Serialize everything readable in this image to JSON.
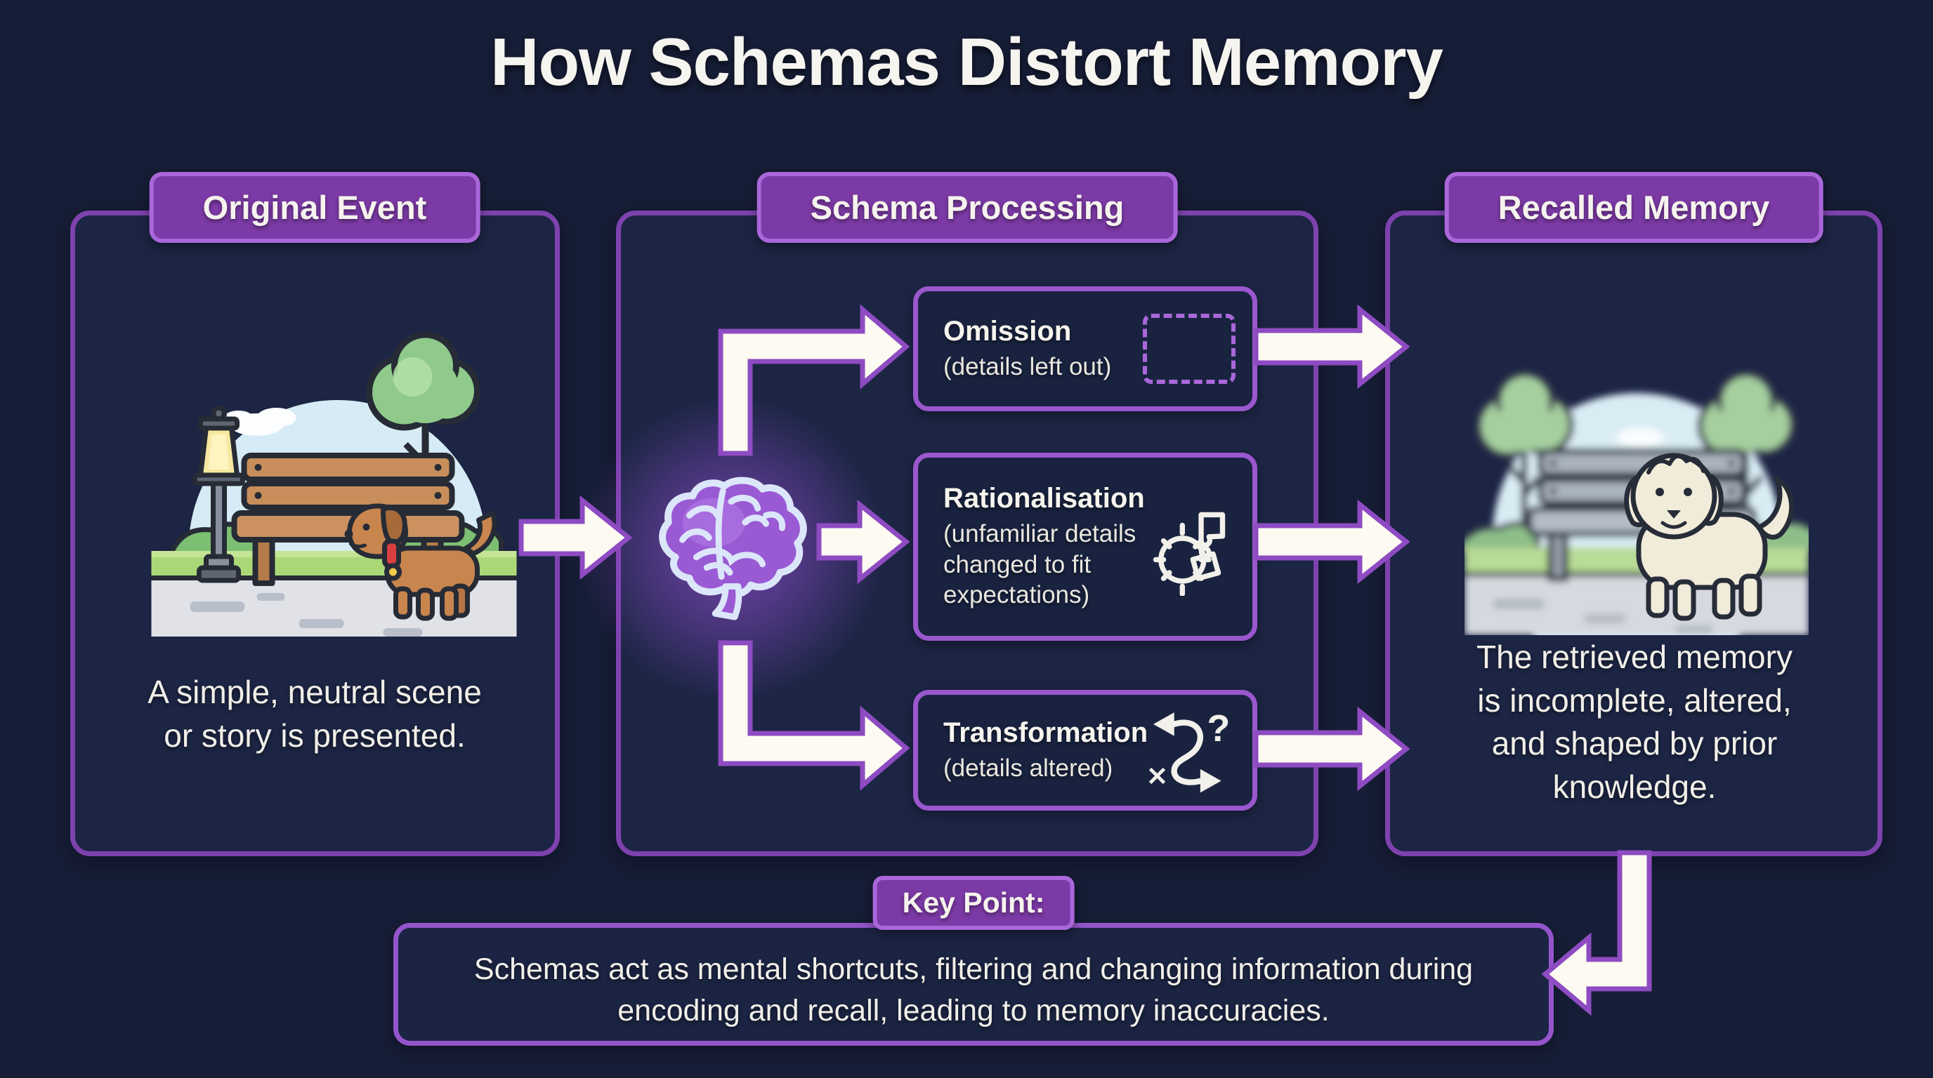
{
  "page": {
    "title": "How Schemas Distort Memory"
  },
  "colors": {
    "background": "#161d36",
    "panel_border": "#7e42ae",
    "box_border": "#9a57ce",
    "badge_fill": "#7c3aa6",
    "badge_border": "#aa67da",
    "arrow_fill": "#fdfbf1",
    "arrow_outline": "#8e4bc2",
    "text": "#f4f2ec",
    "brain_glow": "#af5af6"
  },
  "panels": {
    "original": {
      "header": "Original Event",
      "caption": "A simple, neutral scene or story is presented.",
      "illustration": "park scene with lamp post, wooden bench, tree and brown dog"
    },
    "schema": {
      "header": "Schema Processing",
      "brain_icon": "glowing purple brain",
      "boxes": [
        {
          "title": "Omission",
          "subtitle": "(details left out)",
          "icon": "dashed-empty-box"
        },
        {
          "title": "Rationalisation",
          "subtitle": "(unfamiliar details changed to fit expectations)",
          "icon": "gear-with-puzzle-pieces"
        },
        {
          "title": "Transformation",
          "subtitle": "(details altered)",
          "icon": "altered-route-with-question-mark"
        }
      ]
    },
    "recalled": {
      "header": "Recalled Memory",
      "caption": "The retrieved memory is incomplete, altered, and shaped by prior knowledge.",
      "illustration": "blurred park scene with gray bench and sharp white fluffy dog"
    }
  },
  "key_point": {
    "label": "Key Point:",
    "text": "Schemas act as mental shortcuts, filtering and changing information during encoding and recall, leading to memory inaccuracies."
  },
  "icon_glyphs": {
    "question_mark": "?",
    "x_mark": "✕"
  }
}
